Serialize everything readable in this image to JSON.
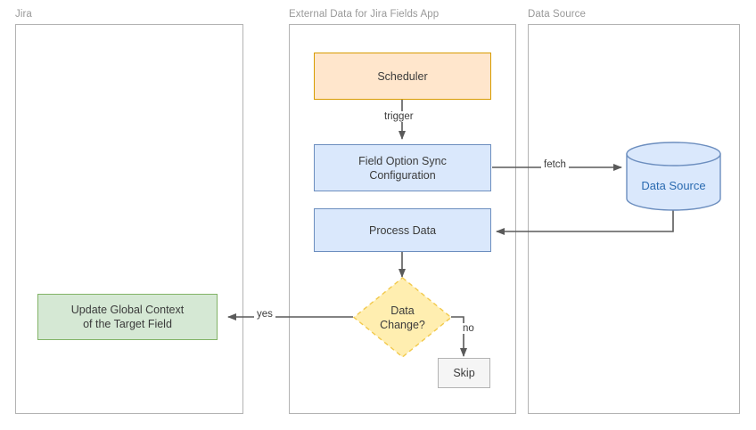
{
  "diagram": {
    "title": "External Data for Jira Fields App sync flow",
    "type": "flowchart",
    "colors": {
      "orange_fill": "#ffe6cc",
      "orange_stroke": "#d79b00",
      "blue_fill": "#dae8fc",
      "blue_stroke": "#6c8ebf",
      "green_fill": "#d5e8d4",
      "green_stroke": "#82b366",
      "yellow_fill": "#ffeeb0",
      "yellow_stroke": "#f2c94c",
      "gray_fill": "#f5f5f5",
      "gray_stroke": "#b3b3b3",
      "edge_stroke": "#5a5a5a",
      "container_stroke": "#b3b3b3",
      "container_label": "#999999",
      "cylinder_text": "#2a6ab0"
    },
    "groups": [
      {
        "id": "jira",
        "label": "Jira"
      },
      {
        "id": "app",
        "label": "External Data for Jira Fields App"
      },
      {
        "id": "datasource",
        "label": "Data Source"
      }
    ],
    "nodes": [
      {
        "id": "scheduler",
        "label": "Scheduler",
        "shape": "rectangle",
        "group": "app"
      },
      {
        "id": "field-option-sync-configuration",
        "label": "Field Option Sync\nConfiguration",
        "shape": "rectangle",
        "group": "app"
      },
      {
        "id": "process-data",
        "label": "Process Data",
        "shape": "rectangle",
        "group": "app"
      },
      {
        "id": "data-change",
        "label": "Data\nChange?",
        "shape": "diamond",
        "group": "app"
      },
      {
        "id": "skip",
        "label": "Skip",
        "shape": "rectangle",
        "group": "app"
      },
      {
        "id": "update-global-context",
        "label": "Update Global Context\nof the Target Field",
        "shape": "rectangle",
        "group": "jira"
      },
      {
        "id": "data-source-db",
        "label": "Data Source",
        "shape": "cylinder",
        "group": "datasource"
      }
    ],
    "edges": [
      {
        "id": "scheduler-to-config",
        "from": "scheduler",
        "to": "field-option-sync-configuration",
        "label": "trigger"
      },
      {
        "id": "config-to-datasource",
        "from": "field-option-sync-configuration",
        "to": "data-source-db",
        "label": "fetch"
      },
      {
        "id": "datasource-to-process",
        "from": "data-source-db",
        "to": "process-data",
        "label": ""
      },
      {
        "id": "process-to-decision",
        "from": "process-data",
        "to": "data-change",
        "label": ""
      },
      {
        "id": "decision-to-update",
        "from": "data-change",
        "to": "update-global-context",
        "label": "yes"
      },
      {
        "id": "decision-to-skip",
        "from": "data-change",
        "to": "skip",
        "label": "no"
      }
    ]
  }
}
